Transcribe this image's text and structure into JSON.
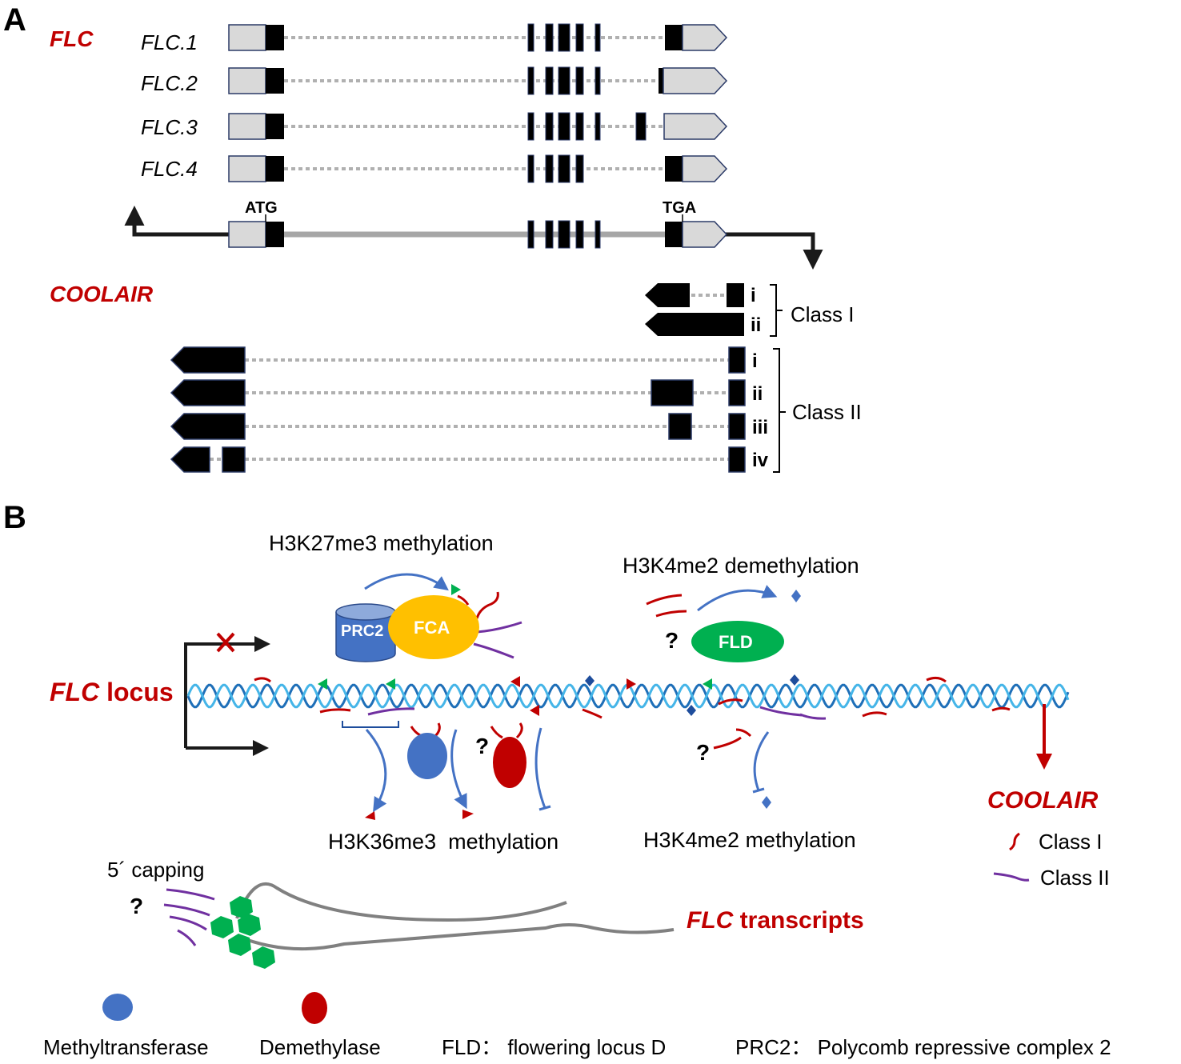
{
  "panel_a": {
    "label": "A",
    "flc_title": "FLC",
    "isoforms": [
      "FLC.1",
      "FLC.2",
      "FLC.3",
      "FLC.4"
    ],
    "atg": "ATG",
    "tga": "TGA",
    "coolair_title": "COOLAIR",
    "class1_items": [
      "i",
      "ii"
    ],
    "class1_label": "Class I",
    "class2_items": [
      "i",
      "ii",
      "iii",
      "iv"
    ],
    "class2_label": "Class II"
  },
  "panel_b": {
    "label": "B",
    "h3k27": "H3K27me3 methylation",
    "h3k4_demeth": "H3K4me2 demethylation",
    "prc2": "PRC2",
    "fca": "FCA",
    "fld": "FLD",
    "question": "?",
    "locus_em": "FLC",
    "locus_rest": " locus",
    "h3k36": "H3K36me3  methylation",
    "h3k4_meth": "H3K4me2 methylation",
    "coolair": "COOLAIR",
    "legend_class1": "Class I",
    "legend_class2": "Class II",
    "capping": "5´ capping",
    "transcripts_em": "FLC",
    "transcripts_rest": " transcripts",
    "key_methyltransferase": "Methyltransferase",
    "key_demethylase": "Demethylase",
    "key_fld": "FLD： flowering locus D",
    "key_prc2": "PRC2： Polycomb repressive complex 2"
  },
  "colors": {
    "red": "#c00000",
    "purple": "#7030a0",
    "blue": "#4472c4",
    "green": "#00b050",
    "orange": "#ffc000",
    "exon_gray": "#d9d9d9",
    "exon_black": "#000000"
  }
}
